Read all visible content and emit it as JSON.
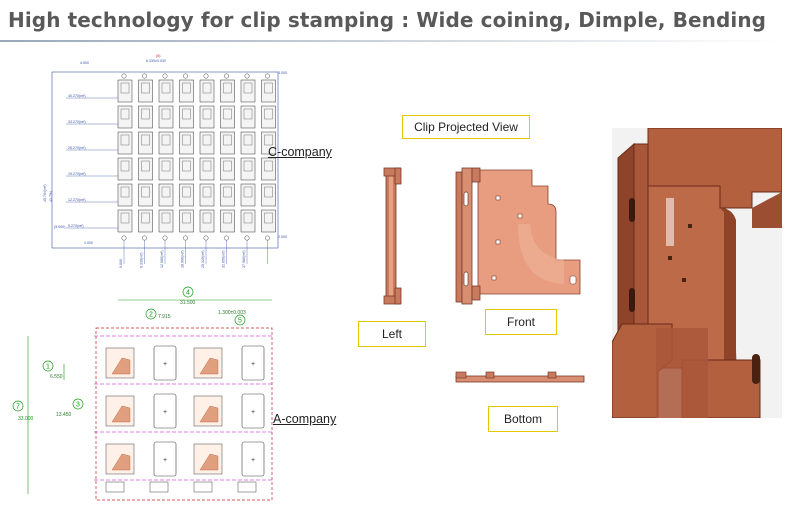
{
  "page": {
    "title": "High technology for clip stamping : Wide coining, Dimple, Bending"
  },
  "labels": {
    "c_company": "C-company",
    "a_company": "A-company",
    "clip_projected_view": "Clip Projected View",
    "left": "Left",
    "front": "Front",
    "bottom": "Bottom"
  },
  "c_drawing": {
    "top_dims": [
      "4.500",
      "6.339±0.030",
      "(5)"
    ],
    "row_dims": [
      "40.270(ref)",
      "33.270(ref)",
      "26.270(ref)",
      "19.270(ref)",
      "12.270(ref)",
      "5.270(ref)"
    ],
    "pitch": "7.000",
    "left_dims": [
      "45.764(ref)",
      "43.794"
    ],
    "bottom_dims": [
      "0.000",
      "6.339(ref)",
      "12.680(ref)",
      "18.990(ref)",
      "25.320(ref)",
      "31.650(ref)",
      "37.980(ref)"
    ],
    "misc": [
      "(5.000)",
      "1.000",
      "3.000",
      "2.000"
    ]
  },
  "a_drawing": {
    "markers": [
      "1",
      "2",
      "3",
      "4",
      "5",
      "7"
    ],
    "dims": [
      "31.500",
      "7.915",
      "6.550",
      "13.450",
      "33.000",
      "1.300±0.003"
    ]
  },
  "colors": {
    "title": "#595959",
    "copper": "#c87a5e",
    "copper_dark": "#8a4030",
    "copper_light": "#e8a283",
    "box_border": "#e6c800",
    "drawing_blue": "#3a55a8",
    "drawing_magenta": "#cc00cc",
    "drawing_green": "#1a9a1a",
    "drawing_red": "#cc2222"
  }
}
